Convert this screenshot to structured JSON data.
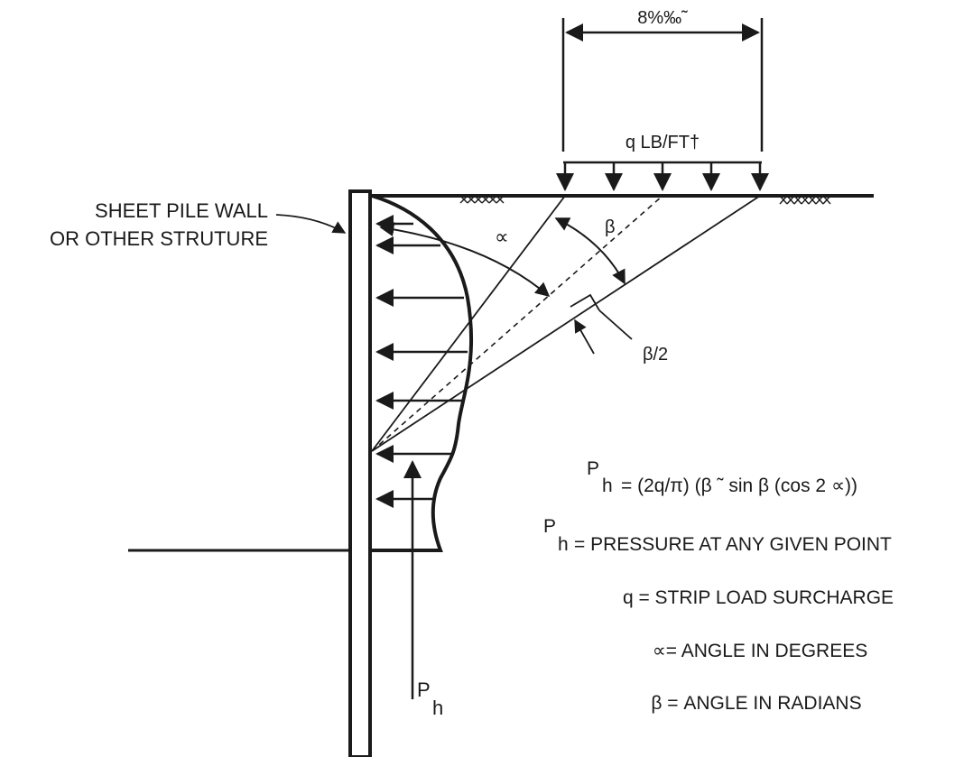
{
  "wall_label_line1": "SHEET PILE WALL",
  "wall_label_line2": "OR OTHER STRUTURE",
  "width_label": "8%‰˜",
  "load_label": "q LB/FT†",
  "alpha_label": "∝",
  "beta_label": "β",
  "half_beta_label": "β/2",
  "ph_arrow_label": {
    "p": "P",
    "h": "h"
  },
  "formula": {
    "p": "P",
    "h": "h",
    "rhs": "= (2q/π) (β ˜ sin  β (cos 2  ∝))"
  },
  "legend": [
    {
      "p": "P",
      "h": "h",
      "text": "= PRESSURE AT ANY GIVEN POINT"
    },
    {
      "text": "q = STRIP LOAD SURCHARGE"
    },
    {
      "text": "∝= ANGLE IN DEGREES"
    },
    {
      "text": "β = ANGLE IN RADIANS"
    }
  ],
  "colors": {
    "ink": "#1a1a1a",
    "background": "#ffffff"
  }
}
